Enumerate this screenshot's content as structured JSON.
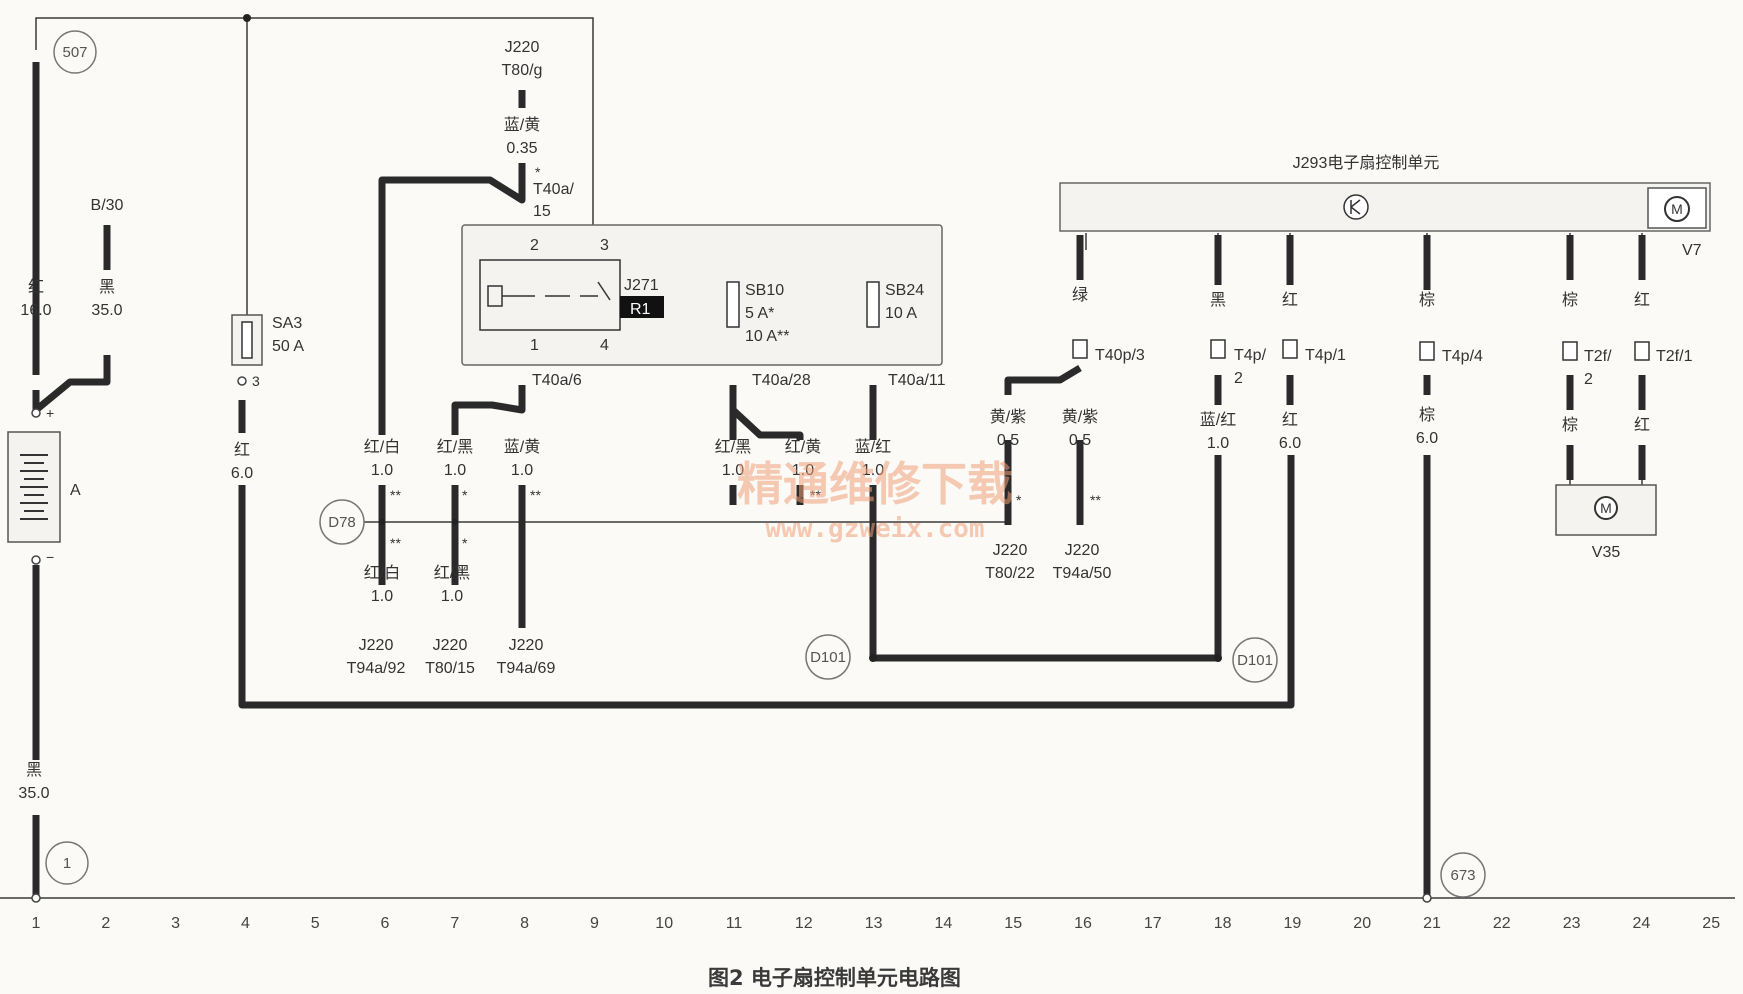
{
  "caption": "图2 电子扇控制单元电路图",
  "watermark": {
    "cn": "精通维修下载",
    "url": "www.gzweix.com"
  },
  "grid": [
    "1",
    "2",
    "3",
    "4",
    "5",
    "6",
    "7",
    "8",
    "9",
    "10",
    "11",
    "12",
    "13",
    "14",
    "15",
    "16",
    "17",
    "18",
    "19",
    "20",
    "21",
    "22",
    "23",
    "24",
    "25"
  ],
  "nodes": {
    "n507": "507",
    "n1": "1",
    "d78": "D78",
    "d101a": "D101",
    "d101b": "D101",
    "n673": "673"
  },
  "battery": {
    "name": "A",
    "plus": "+",
    "minus": "−",
    "wire_top_color": "红",
    "wire_top_size": "16.0",
    "wire_bot_color": "黑",
    "wire_bot_size": "35.0"
  },
  "b30": {
    "name": "B/30",
    "color": "黑",
    "size": "35.0"
  },
  "sa3": {
    "name": "SA3",
    "rating": "50 A",
    "pin": "3",
    "color": "红",
    "size": "6.0"
  },
  "relay_top": {
    "j220": "J220",
    "pin": "T80/g",
    "color": "蓝/黄",
    "size": "0.35",
    "mark": "*",
    "conn1": "T40a/",
    "conn2": "15"
  },
  "relay": {
    "name": "J271",
    "tag": "R1",
    "pin2": "2",
    "pin3": "3",
    "pin1": "1",
    "pin4": "4"
  },
  "sb10": {
    "name": "SB10",
    "r1": "5 A*",
    "r2": "10 A**"
  },
  "sb24": {
    "name": "SB24",
    "r1": "10 A"
  },
  "conn_labels": {
    "t40a6": "T40a/6",
    "t40a28": "T40a/28",
    "t40a11": "T40a/11"
  },
  "w6": {
    "color": "红/白",
    "size": "1.0",
    "color2": "红/白",
    "size2": "1.0",
    "j": "J220",
    "pin": "T94a/92"
  },
  "w7": {
    "color": "红/黑",
    "size": "1.0",
    "color2": "红/黑",
    "size2": "1.0",
    "j": "J220",
    "pin": "T80/15"
  },
  "w8": {
    "color": "蓝/黄",
    "size": "1.0",
    "j": "J220",
    "pin": "T94a/69"
  },
  "w11": {
    "color": "红/黑",
    "size": "1.0"
  },
  "w12": {
    "color": "红/黄",
    "size": "1.0"
  },
  "w13": {
    "color": "蓝/红",
    "size": "1.0"
  },
  "marks": {
    "dstar": "**",
    "star": "*"
  },
  "j293": {
    "title": "J293电子扇控制单元",
    "v7": "V7",
    "v35": "V35",
    "m": "M"
  },
  "c16": {
    "top_color": "绿",
    "conn": "T40p/3",
    "l_color": "黄/紫",
    "l_size": "0.5",
    "r_color": "黄/紫",
    "r_size": "0.5",
    "l_j": "J220",
    "l_pin": "T80/22",
    "r_j": "J220",
    "r_pin": "T94a/50"
  },
  "c18": {
    "top_color": "黑",
    "conn1": "T4p/",
    "conn2": "2",
    "color": "蓝/红",
    "size": "1.0"
  },
  "c19": {
    "top_color": "红",
    "conn": "T4p/1",
    "color": "红",
    "size": "6.0"
  },
  "c21": {
    "top_color": "棕",
    "conn": "T4p/4",
    "color": "棕",
    "size": "6.0"
  },
  "c23": {
    "top_color": "棕",
    "conn1": "T2f/",
    "conn2": "2",
    "color": "棕"
  },
  "c24": {
    "top_color": "红",
    "conn": "T2f/1",
    "color": "红"
  }
}
